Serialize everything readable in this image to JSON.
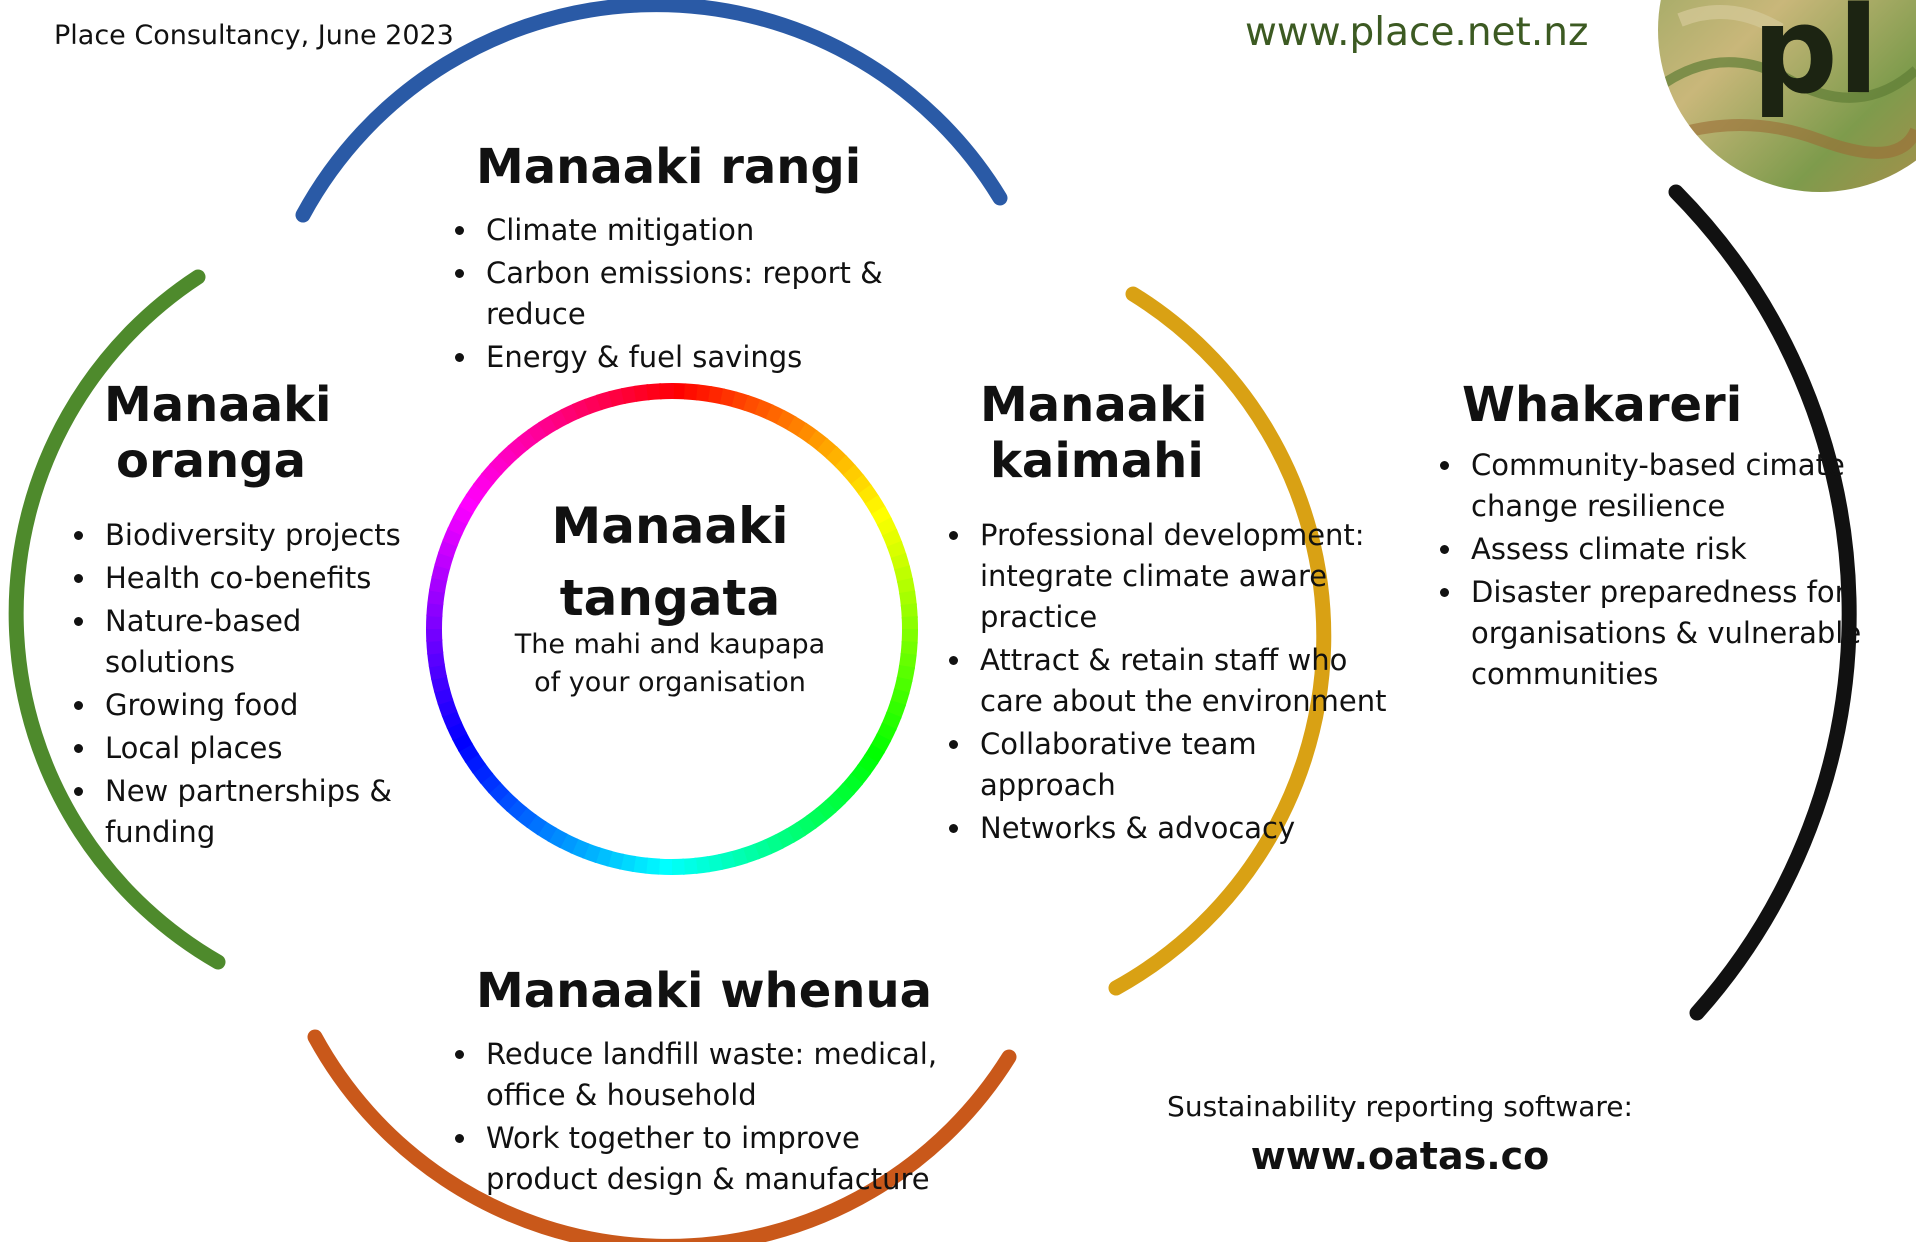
{
  "header": {
    "credit": "Place Consultancy, June 2023",
    "website": "www.place.net.nz"
  },
  "logo": {
    "text": "pl"
  },
  "center": {
    "title_lines": [
      "Manaaki",
      "tangata"
    ],
    "subtitle_lines": [
      "The mahi and kaupapa",
      "of your organisation"
    ]
  },
  "top": {
    "title": "Manaaki rangi",
    "items": [
      "Climate mitigation",
      "Carbon emissions: report & reduce",
      "Energy & fuel savings"
    ]
  },
  "left": {
    "title_lines": [
      "Manaaki",
      "oranga"
    ],
    "items": [
      "Biodiversity projects",
      "Health co-benefits",
      "Nature-based solutions",
      "Growing food",
      "Local places",
      "New partnerships & funding"
    ]
  },
  "right": {
    "title_lines": [
      "Manaaki",
      "kaimahi"
    ],
    "items": [
      "Professional development: integrate climate aware practice",
      "Attract & retain staff who care about the environment",
      "Collaborative team approach",
      "Networks & advocacy"
    ]
  },
  "bottom": {
    "title": "Manaaki whenua",
    "items": [
      "Reduce landfill waste: medical, office & household",
      "Work together to improve product design & manufacture"
    ]
  },
  "far_right": {
    "title": "Whakareri",
    "items": [
      "Community-based cimate change resilience",
      "Assess climate risk",
      "Disaster preparedness for organisations & vulnerable communities"
    ]
  },
  "software": {
    "label": "Sustainability reporting software:",
    "url": "www.oatas.co"
  },
  "colors": {
    "blue_arc": "#2a5aa6",
    "green_arc": "#4e8a2c",
    "gold_arc": "#d9a114",
    "orange_arc": "#c9581a",
    "black_arc": "#111111",
    "site_text": "#3c5a22"
  }
}
